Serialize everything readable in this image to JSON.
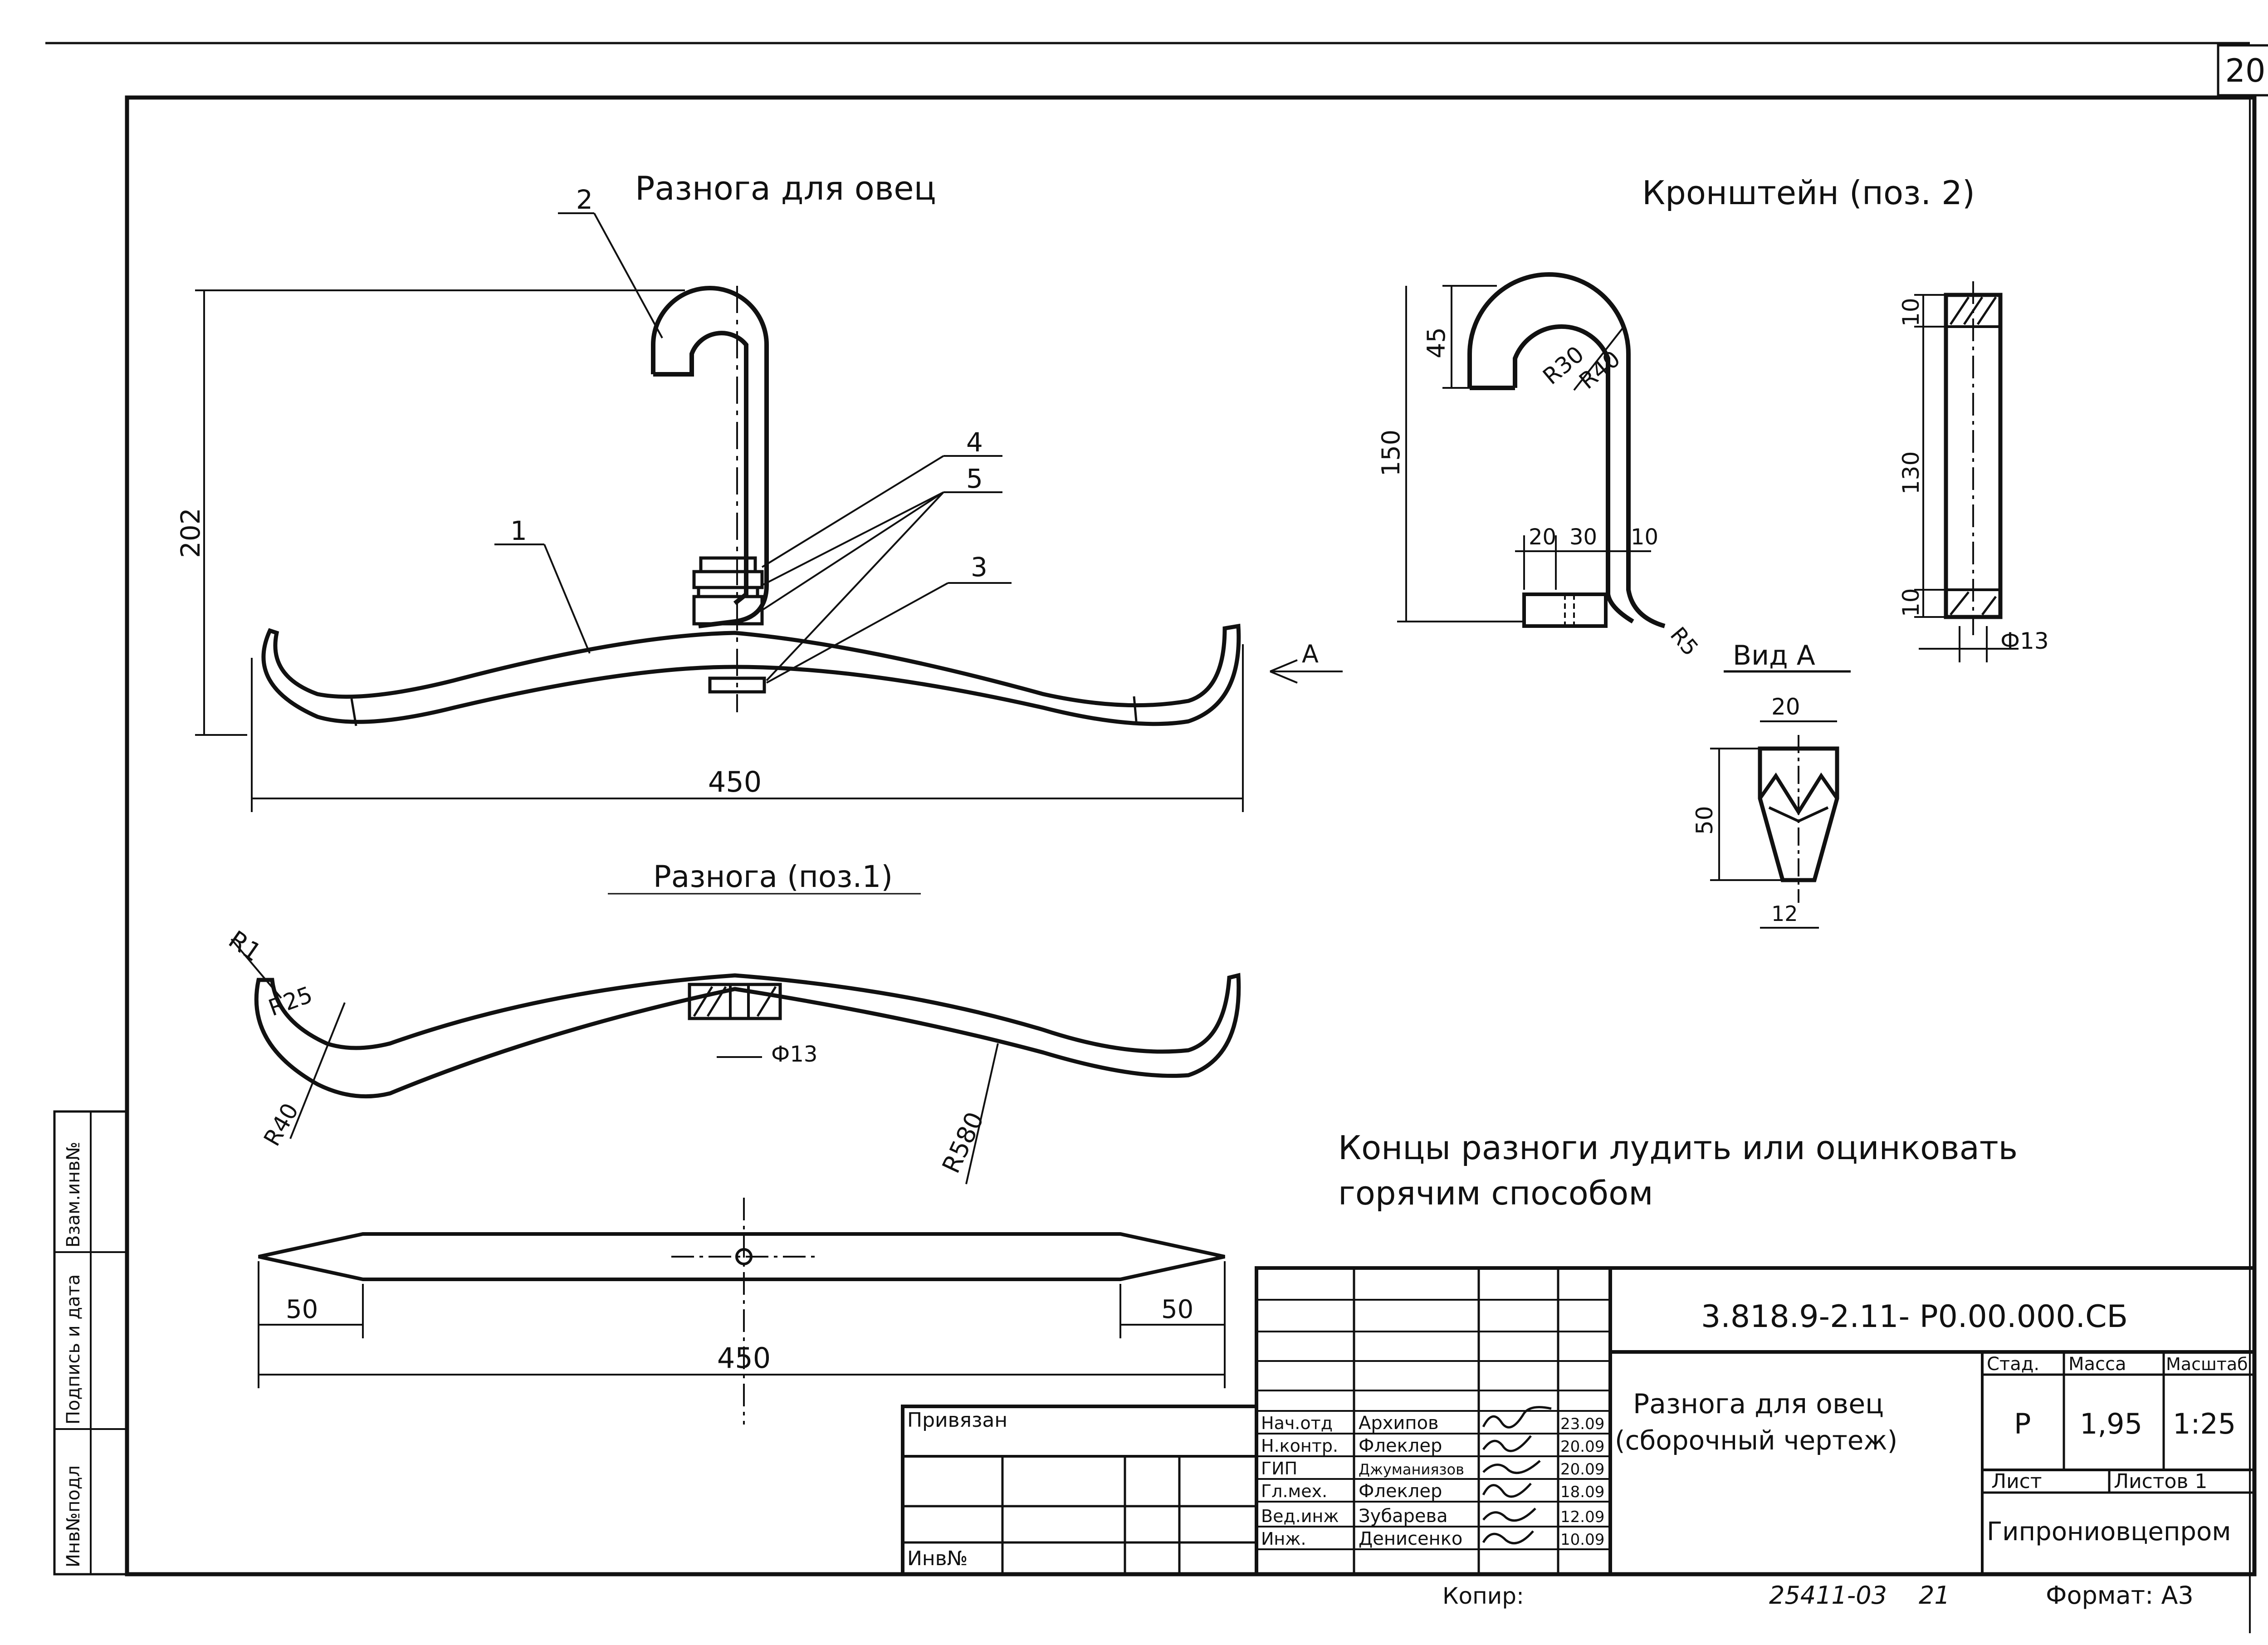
{
  "sheet_number": "20",
  "views": {
    "assembly_title": "Разнога для овец",
    "bracket_title": "Кронштейн (поз. 2)",
    "part1_title": "Разнога (поз.1)",
    "view_a_title": "Вид А"
  },
  "position_numbers": [
    "1",
    "2",
    "3",
    "4",
    "5"
  ],
  "dimensions": {
    "assembly_height": "202",
    "assembly_width": "450",
    "arrow_a": "A",
    "bracket_45": "45",
    "bracket_150": "150",
    "bracket_r30": "R30",
    "bracket_r40": "R40",
    "bracket_20": "20",
    "bracket_30": "30",
    "bracket_10": "10",
    "bracket_r5": "R5",
    "side_10_top": "10",
    "side_130": "130",
    "side_10_bottom": "10",
    "side_phi13": "Ф13",
    "viewa_20": "20",
    "viewa_50": "50",
    "viewa_12": "12",
    "part_r1": "R1",
    "part_r25": "R25",
    "part_r40": "R40",
    "part_phi13": "Ф13",
    "part_r580": "R580",
    "plan_50_left": "50",
    "plan_50_right": "50",
    "plan_450": "450"
  },
  "note": {
    "line1": "Концы разноги лудить или оцинковать",
    "line2": "горячим способом"
  },
  "left_margin": {
    "inv_podl": "Инв№подл",
    "podpis_data": "Подпись и дата",
    "vzam_inv": "Взам.инв№"
  },
  "title_block": {
    "designation": "3.818.9-2.11-  Р0.00.000.СБ",
    "name_line1": "Разнога для овец",
    "name_line2": "(сборочный чертеж)",
    "col_stage": "Стад.",
    "col_mass": "Масса",
    "col_scale": "Масштаб",
    "stage": "Р",
    "mass": "1,95",
    "scale": "1:25",
    "sheet_label": "Лист",
    "sheets_label": "Листов 1",
    "organization": "Гипрониовцепром",
    "privyazan": "Привязан",
    "inv_no": "Инв№",
    "signatories": [
      {
        "role": "Нач.отд",
        "name": "Архипов",
        "date": "23.09"
      },
      {
        "role": "Н.контр.",
        "name": "Флеклер",
        "date": "20.09"
      },
      {
        "role": "ГИП",
        "name": "Джуманиязов",
        "date": "20.09"
      },
      {
        "role": "Гл.мех.",
        "name": "Флеклер",
        "date": "18.09"
      },
      {
        "role": "Вед.инж",
        "name": "Зубарева",
        "date": "12.09"
      },
      {
        "role": "Инж.",
        "name": "Денисенко",
        "date": "10.09"
      }
    ]
  },
  "footer": {
    "copied": "Копир:",
    "archive_no": "25411-03",
    "page_no": "21",
    "format": "Формат: А3"
  }
}
